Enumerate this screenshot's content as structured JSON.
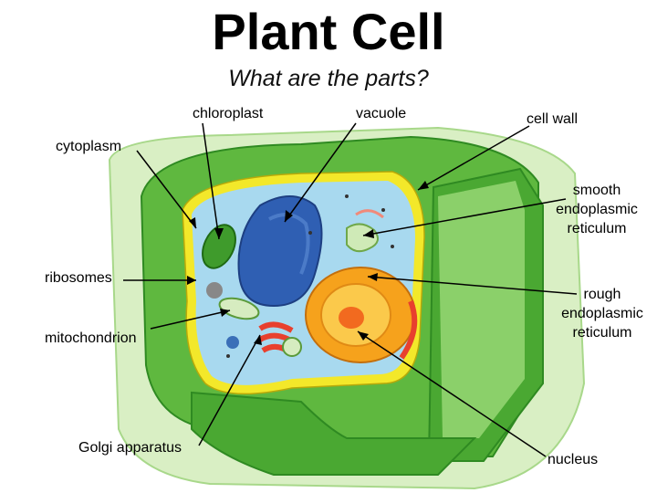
{
  "title": "Plant Cell",
  "subtitle": "What are the parts?",
  "labels": {
    "chloroplast": "chloroplast",
    "vacuole": "vacuole",
    "cell_wall": "cell wall",
    "cytoplasm": "cytoplasm",
    "smooth_er": [
      "smooth",
      "endoplasmic",
      "reticulum"
    ],
    "ribosomes": "ribosomes",
    "rough_er": [
      "rough",
      "endoplasmic",
      "reticulum"
    ],
    "mitochondrion": "mitochondrion",
    "golgi": "Golgi apparatus",
    "nucleus": "nucleus"
  },
  "colors": {
    "cell_wall_light": "#d9efc4",
    "cell_wall_mid": "#6cc04a",
    "cell_wall_dark": "#3f9b2c",
    "membrane": "#f3e82a",
    "cytoplasm": "#a8d9ef",
    "vacuole": "#2f5fb3",
    "nucleus": "#f6a21c",
    "golgi": "#e8402e"
  }
}
